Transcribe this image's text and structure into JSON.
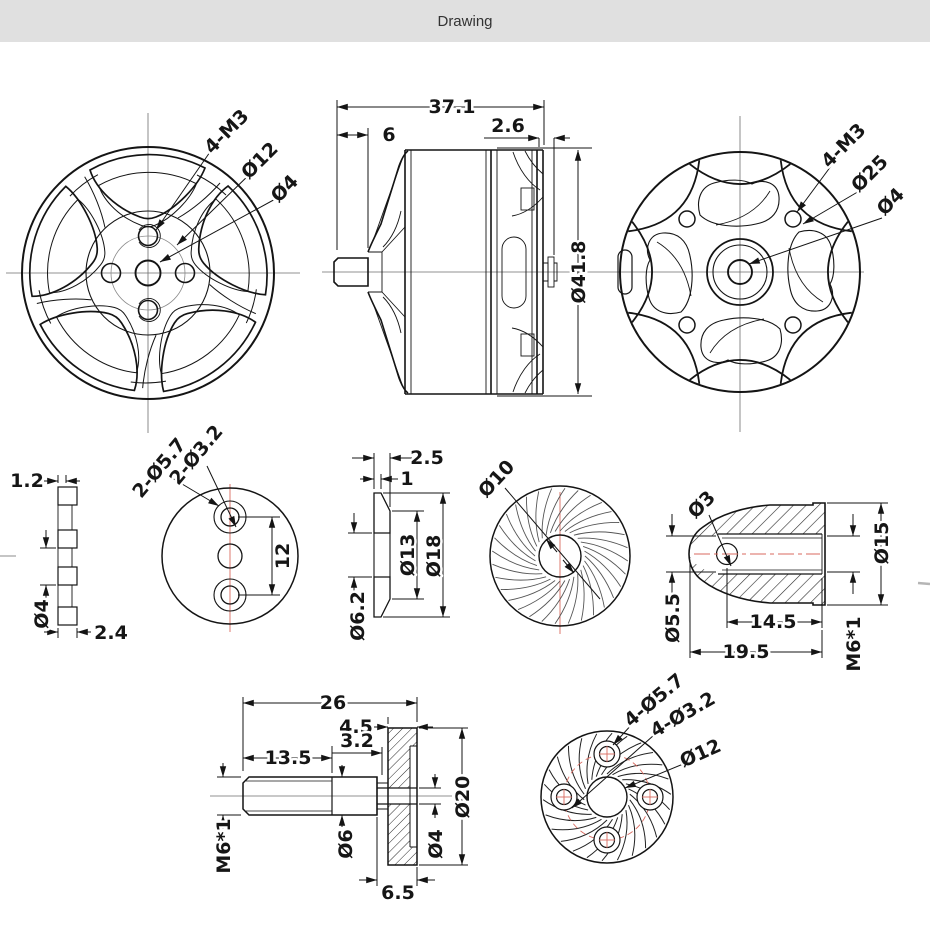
{
  "header": {
    "title": "Drawing"
  },
  "colors": {
    "line": "#141414",
    "centerline": "#6e6e6e",
    "red": "#d96a5f",
    "header_bg": "#e0e0e0"
  },
  "views": {
    "bell_front": {
      "labels": {
        "holes": "4-M3",
        "bolt_circle": "Ø12",
        "shaft": "Ø4"
      }
    },
    "motor_side": {
      "labels": {
        "length": "37.1",
        "shaft_len": "6",
        "rear": "2.6",
        "diameter": "Ø41.8"
      }
    },
    "motor_back": {
      "labels": {
        "holes": "4-M3",
        "bolt_circle": "Ø25",
        "shaft": "Ø4"
      }
    },
    "shim": {
      "labels": {
        "web": "1.2",
        "bore": "Ø4",
        "thickness": "2.4"
      }
    },
    "plate2": {
      "labels": {
        "holes_small": "2-Ø3.2",
        "holes_large": "2-Ø5.7",
        "spacing": "12"
      }
    },
    "cone": {
      "labels": {
        "thickness": "2.5",
        "edge": "1",
        "mid": "Ø13",
        "outer": "Ø18",
        "bore": "Ø6.2"
      }
    },
    "turbo": {
      "labels": {
        "bore": "Ø10"
      }
    },
    "nut": {
      "labels": {
        "tip": "Ø3",
        "pilot": "Ø5.5",
        "thread_len": "14.5",
        "length": "19.5",
        "thread": "M6*1",
        "flange": "Ø15"
      }
    },
    "shaft": {
      "labels": {
        "length": "26",
        "flange_t": "4.5",
        "thread_len": "13.5",
        "step": "3.2",
        "dia": "Ø6",
        "bore": "Ø4",
        "flange": "Ø20",
        "hub_w": "6.5",
        "thread": "M6*1"
      }
    },
    "plate4": {
      "labels": {
        "holes_large": "4-Ø5.7",
        "holes_small": "4-Ø3.2",
        "bore": "Ø12"
      }
    }
  }
}
